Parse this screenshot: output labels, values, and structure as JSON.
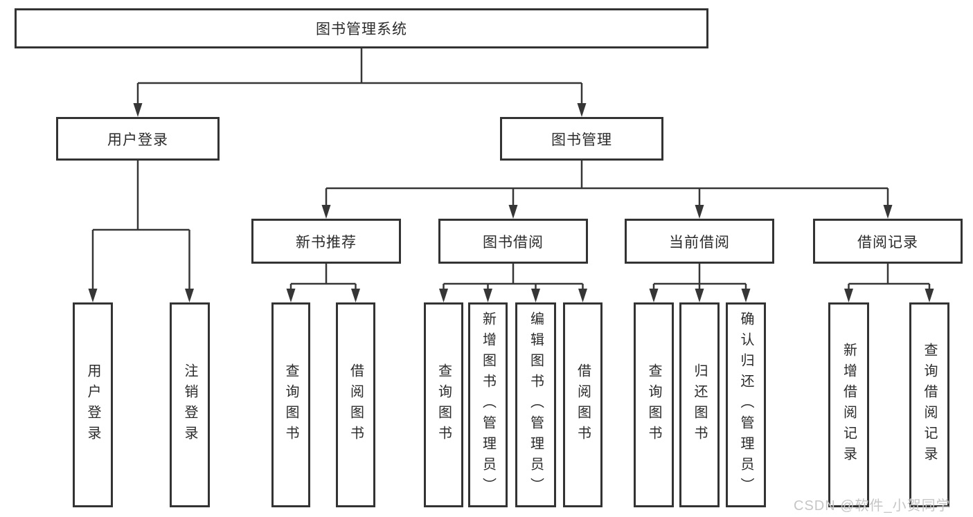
{
  "diagram": {
    "root_label": "图书管理系统",
    "level2": [
      {
        "label": "用户登录"
      },
      {
        "label": "图书管理"
      }
    ],
    "user_login_children": [
      "用户登录",
      "注销登录"
    ],
    "modules": [
      {
        "label": "新书推荐",
        "children": [
          "查询图书",
          "借阅图书"
        ]
      },
      {
        "label": "图书借阅",
        "children": [
          "查询图书",
          "新增图书（管理员）",
          "编辑图书（管理员）",
          "借阅图书"
        ]
      },
      {
        "label": "当前借阅",
        "children": [
          "查询图书",
          "归还图书",
          "确认归还（管理员）"
        ]
      },
      {
        "label": "借阅记录",
        "children": [
          "新增借阅记录",
          "查询借阅记录"
        ]
      }
    ]
  },
  "watermark": {
    "text": "CSDN @软件_小贺同学",
    "color": "#c6c6c6"
  },
  "colors": {
    "line": "#363636",
    "box_border": "#333333",
    "text": "#2b2b2b",
    "background": "#ffffff"
  }
}
